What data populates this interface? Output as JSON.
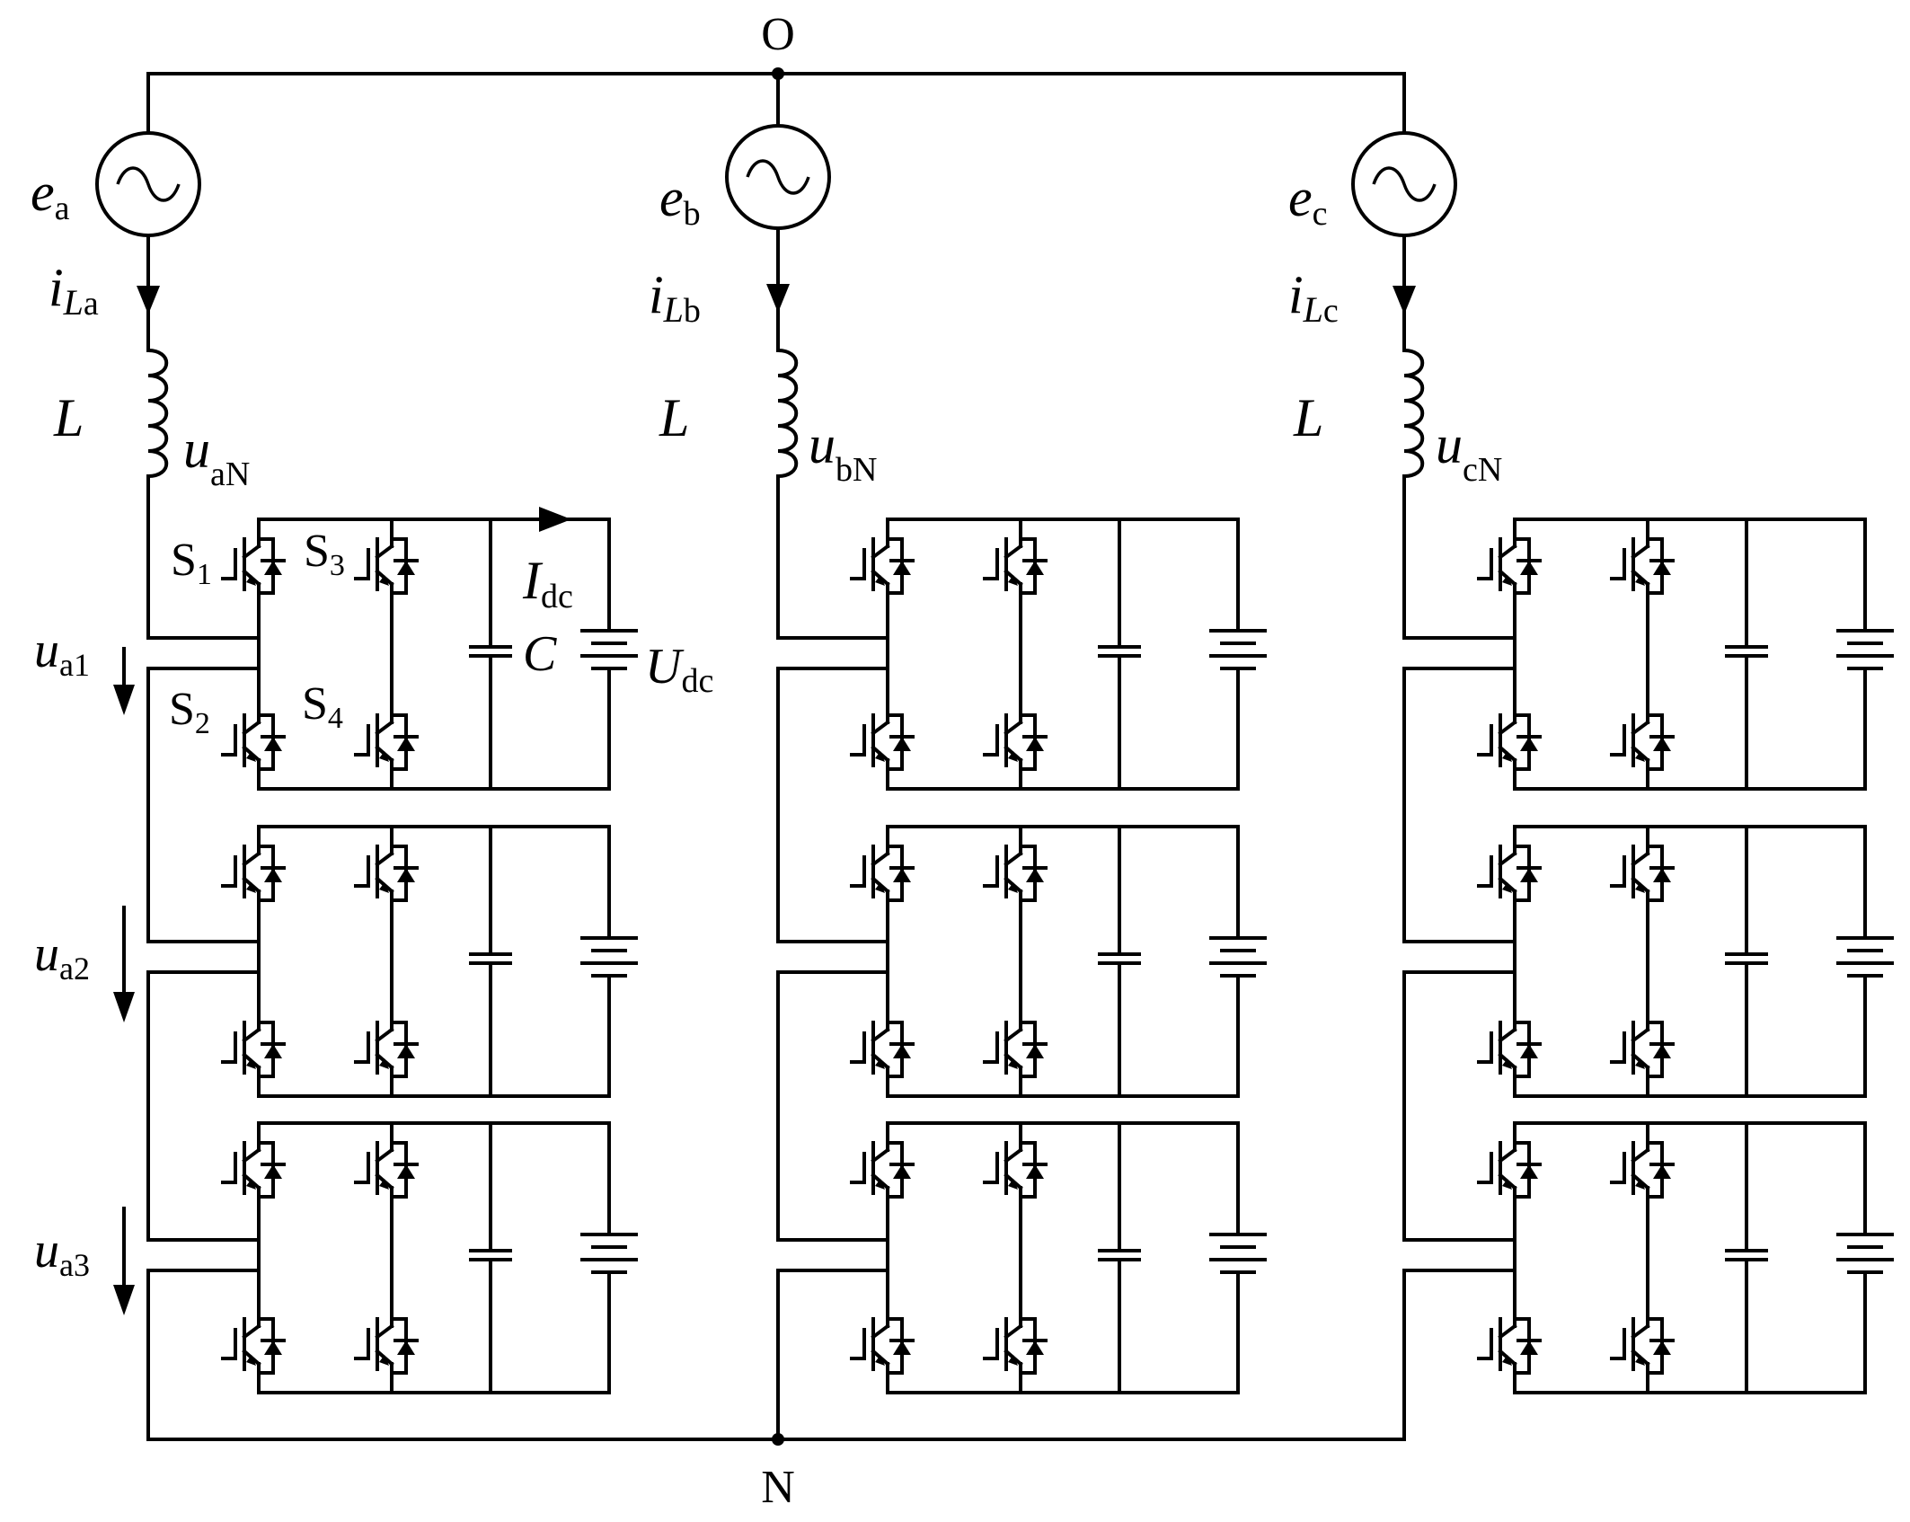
{
  "nodes": {
    "top": "O",
    "bottom": "N"
  },
  "phases": [
    {
      "emf": "e",
      "emf_sub": "a",
      "current": "i",
      "current_sub": "L",
      "current_sub2": "a",
      "inductor": "L",
      "voltage": "u",
      "voltage_sub": "aN",
      "cell_voltages": [
        {
          "sym": "u",
          "sub": "a1"
        },
        {
          "sym": "u",
          "sub": "a2"
        },
        {
          "sym": "u",
          "sub": "a3"
        }
      ]
    },
    {
      "emf": "e",
      "emf_sub": "b",
      "current": "i",
      "current_sub": "L",
      "current_sub2": "b",
      "inductor": "L",
      "voltage": "u",
      "voltage_sub": "bN"
    },
    {
      "emf": "e",
      "emf_sub": "c",
      "current": "i",
      "current_sub": "L",
      "current_sub2": "c",
      "inductor": "L",
      "voltage": "u",
      "voltage_sub": "cN"
    }
  ],
  "cell": {
    "switches": [
      {
        "sym": "S",
        "sub": "1"
      },
      {
        "sym": "S",
        "sub": "3"
      },
      {
        "sym": "S",
        "sub": "2"
      },
      {
        "sym": "S",
        "sub": "4"
      }
    ],
    "capacitor": "C",
    "dc_current": "I",
    "dc_current_sub": "dc",
    "dc_voltage": "U",
    "dc_voltage_sub": "dc"
  }
}
